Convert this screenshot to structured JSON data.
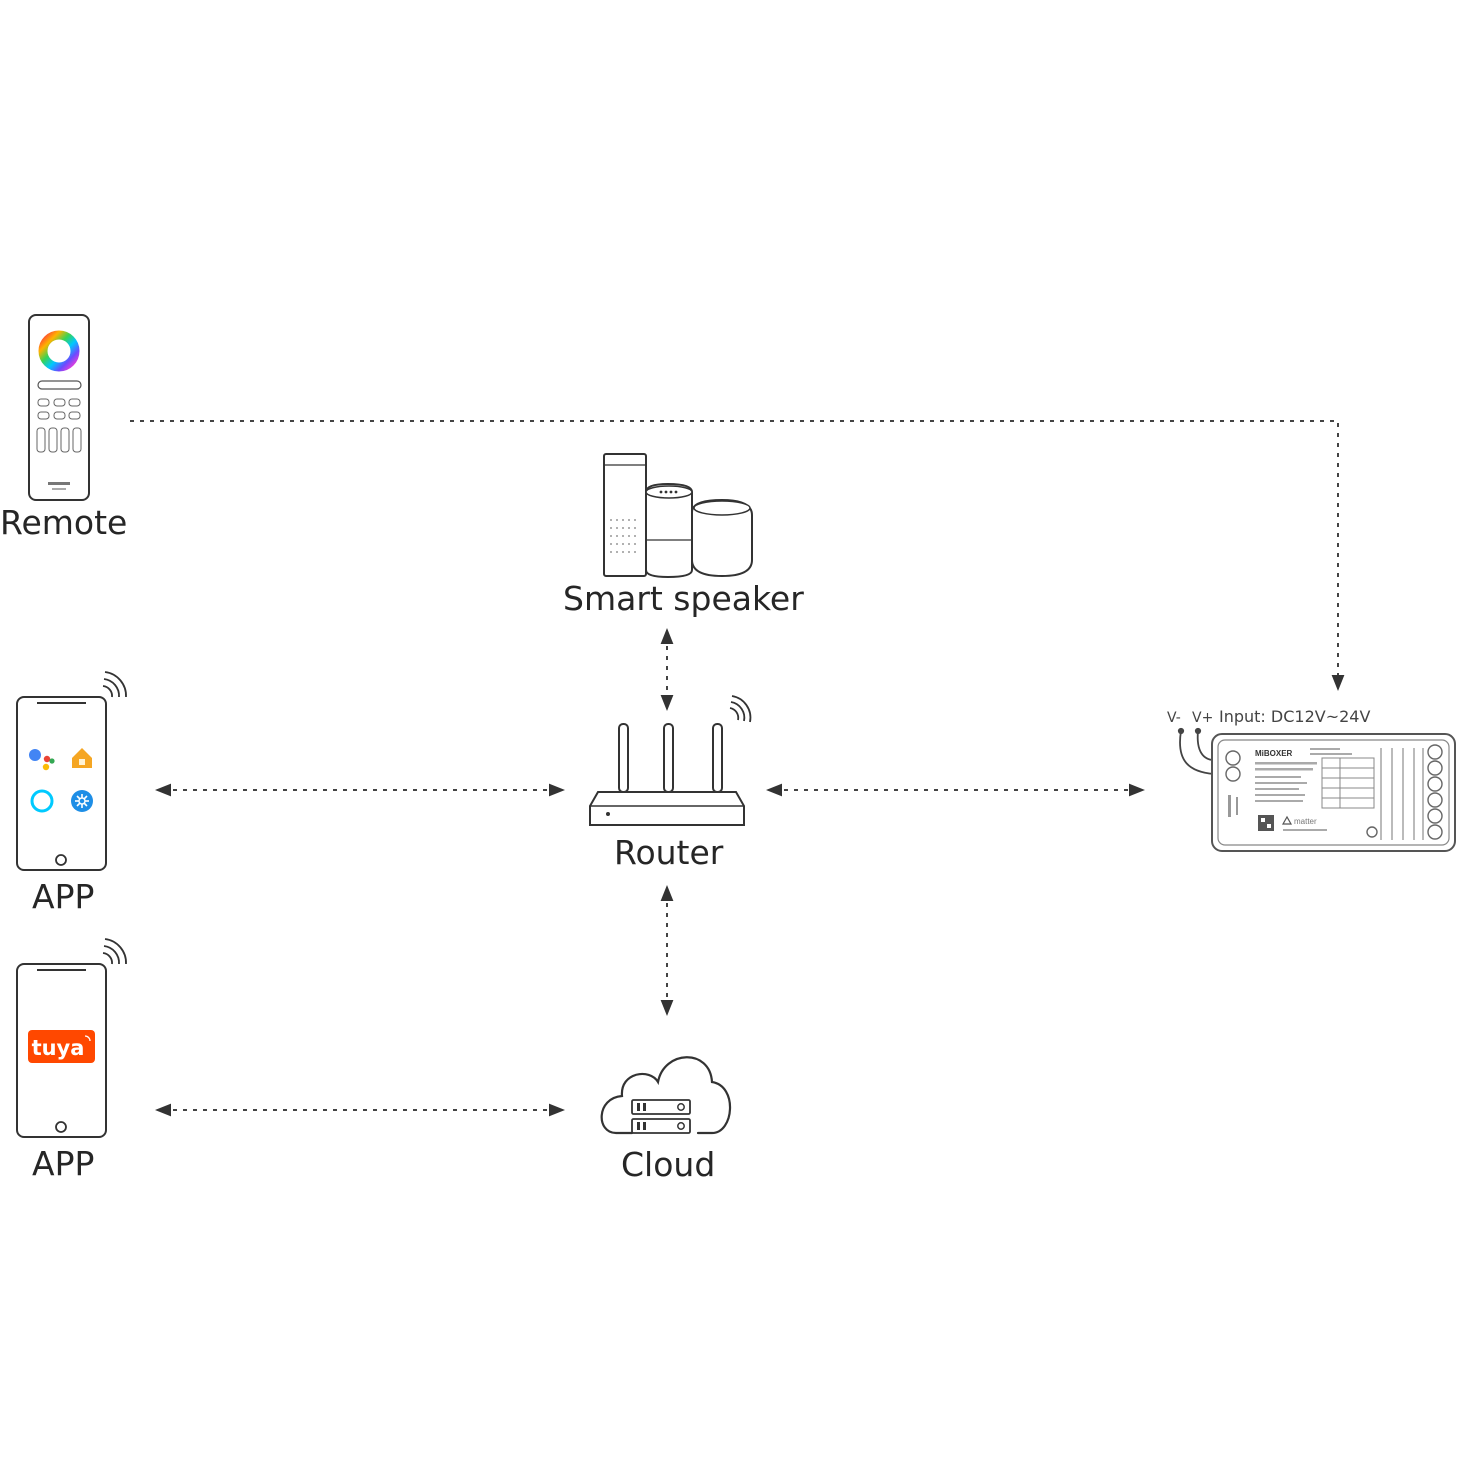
{
  "nodes": {
    "remote": {
      "label": "Remote"
    },
    "smart_speaker": {
      "label": "Smart speaker"
    },
    "router": {
      "label": "Router"
    },
    "cloud": {
      "label": "Cloud"
    },
    "app_assistants": {
      "label": "APP"
    },
    "app_tuya": {
      "label": "APP",
      "logo_text": "tuya"
    }
  },
  "controller": {
    "terminal_minus": "V-",
    "terminal_plus": "V+",
    "input_spec": "Input: DC12V~24V",
    "brand_text": "MiBOXER",
    "matter_text": "matter"
  },
  "colors": {
    "line": "#333333",
    "tuya_brand": "#ff4800",
    "home_icon": "#f5a623",
    "assistant_blue": "#4285f4",
    "assistant_red": "#ea4335",
    "assistant_yellow": "#fbbc05",
    "assistant_green": "#34a853",
    "alexa_cyan": "#00caff",
    "smartthings_blue": "#1e8ee6"
  }
}
